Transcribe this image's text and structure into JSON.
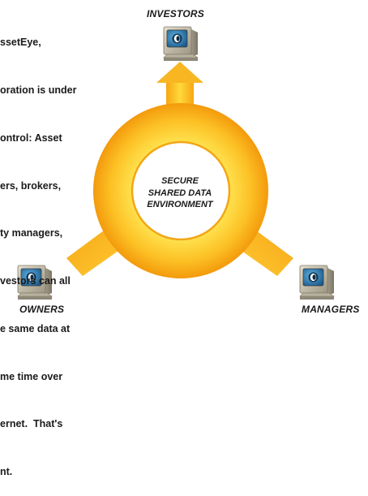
{
  "intro_lines": [
    "ssetEye,",
    "oration is under",
    "ontrol: Asset",
    "ers, brokers,",
    "ty managers,",
    "vestors can all",
    "e same data at",
    "me time over",
    "ernet.  That's",
    "nt."
  ],
  "nodes": {
    "investors": "INVESTORS",
    "owners": "OWNERS",
    "managers": "MANAGERS"
  },
  "center": [
    "SECURE",
    "SHARED DATA",
    "ENVIRONMENT"
  ],
  "colors": {
    "ring_light": "#ffe04a",
    "ring_dark": "#f59a0a",
    "monitor_body": "#c9c2ad",
    "screen": "#2a73a6"
  },
  "icons": [
    "computer-monitor-icon"
  ]
}
